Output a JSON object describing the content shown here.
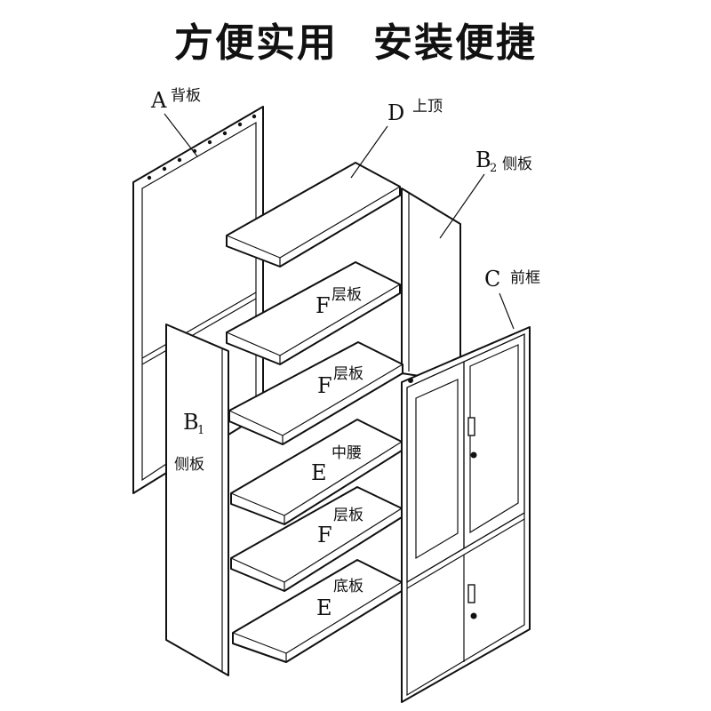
{
  "title": {
    "left": "方便实用",
    "right": "安装便捷"
  },
  "parts": {
    "A": {
      "letter": "A",
      "sub": "",
      "name": "背板"
    },
    "D": {
      "letter": "D",
      "sub": "",
      "name": "上顶"
    },
    "B2": {
      "letter": "B",
      "sub": "2",
      "name": "侧板"
    },
    "C": {
      "letter": "C",
      "sub": "",
      "name": "前框"
    },
    "F1": {
      "letter": "F",
      "sub": "",
      "name": "层板"
    },
    "F2": {
      "letter": "F",
      "sub": "",
      "name": "层板"
    },
    "B1": {
      "letter": "B",
      "sub": "1",
      "name": "侧板"
    },
    "E1": {
      "letter": "E",
      "sub": "",
      "name": "中腰"
    },
    "F3": {
      "letter": "F",
      "sub": "",
      "name": "层板"
    },
    "E2": {
      "letter": "E",
      "sub": "",
      "name": "底板"
    }
  }
}
